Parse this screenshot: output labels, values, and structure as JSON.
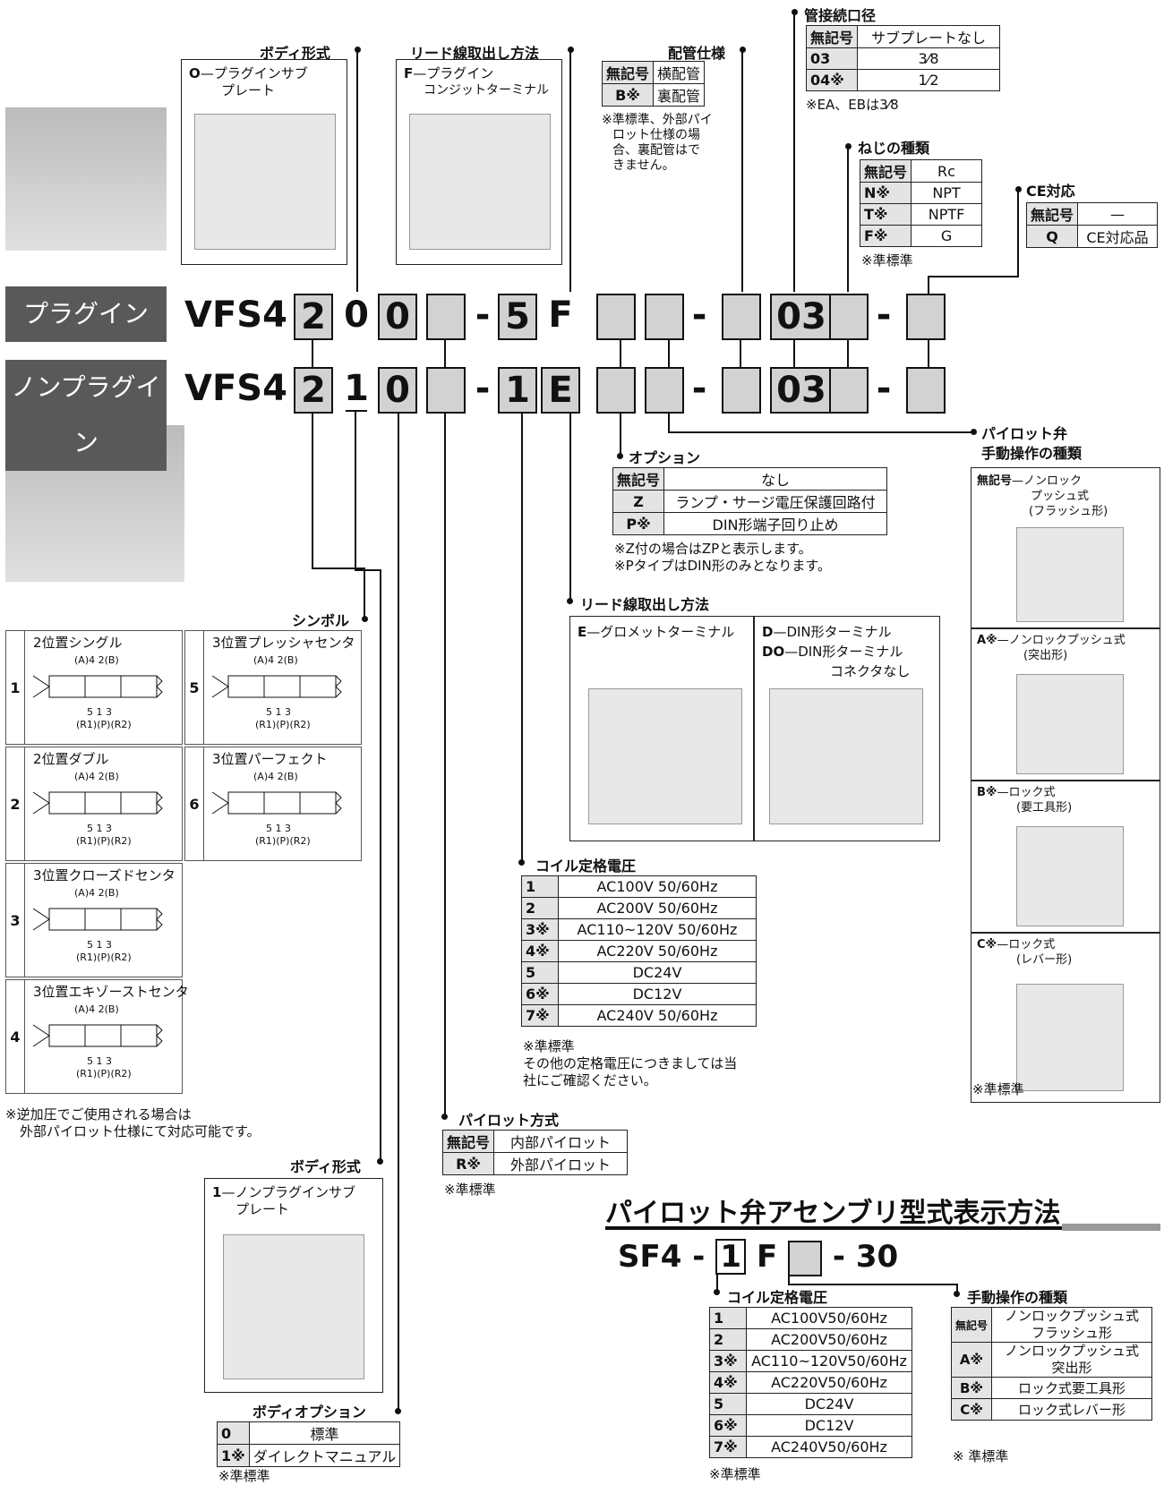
{
  "model_row": {
    "plugin_tag": "プラグイン",
    "nonplugin_tag": "ノンプラグイン",
    "prefix": "VFS4",
    "plugin_boxes": [
      "2",
      "0",
      "0",
      "",
      "-",
      "5",
      "F",
      "",
      "",
      "-",
      "",
      "03",
      "",
      "-",
      ""
    ],
    "nonplugin_boxes": [
      "2",
      "1",
      "0",
      "",
      "-",
      "1",
      "E",
      "",
      "",
      "-",
      "",
      "03",
      "",
      "-",
      ""
    ]
  },
  "body_type_top": {
    "title": "ボディ形式",
    "item_code": "O",
    "item_text": "プラグインサブ",
    "item_text2": "プレート"
  },
  "lead_top": {
    "title": "リード線取出し方法",
    "item_code": "F",
    "item_text": "プラグイン",
    "item_text2": "コンジットターミナル"
  },
  "piping": {
    "title": "配管仕様",
    "rows": [
      [
        "無記号",
        "横配管"
      ],
      [
        "B※",
        "裏配管"
      ]
    ],
    "note": [
      "※準標準、外部パイ",
      "ロット仕様の場",
      "合、裏配管はで",
      "きません。"
    ]
  },
  "port": {
    "title": "管接続口径",
    "rows": [
      [
        "無記号",
        "サブプレートなし"
      ],
      [
        "03",
        "3⁄8"
      ],
      [
        "04※",
        "1⁄2"
      ]
    ],
    "note": "※EA、EBは3⁄8"
  },
  "thread": {
    "title": "ねじの種類",
    "rows": [
      [
        "無記号",
        "Rc"
      ],
      [
        "N※",
        "NPT"
      ],
      [
        "T※",
        "NPTF"
      ],
      [
        "F※",
        "G"
      ]
    ],
    "note": "※準標準"
  },
  "ce": {
    "title": "CE対応",
    "rows": [
      [
        "無記号",
        "—"
      ],
      [
        "Q",
        "CE対応品"
      ]
    ]
  },
  "option": {
    "title": "オプション",
    "rows": [
      [
        "無記号",
        "なし"
      ],
      [
        "Z",
        "ランプ・サージ電圧保護回路付"
      ],
      [
        "P※",
        "DIN形端子回り止め"
      ]
    ],
    "notes": [
      "※Z付の場合はZPと表示します。",
      "※PタイプはDIN形のみとなります。"
    ]
  },
  "lead2": {
    "title": "リード線取出し方法",
    "e_code": "E",
    "e_text": "グロメットターミナル",
    "d_code": "D",
    "d_text": "DIN形ターミナル",
    "do_code": "DO",
    "do_text": "DIN形ターミナル",
    "do_text2": "コネクタなし"
  },
  "pilot_manual": {
    "title": "パイロット弁",
    "title2": "手動操作の種類",
    "items": [
      {
        "code": "無記号",
        "text": "ノンロック",
        "text2": "プッシュ式",
        "text3": "(フラッシュ形)"
      },
      {
        "code": "A※",
        "text": "ノンロックプッシュ式",
        "text2": "(突出形)"
      },
      {
        "code": "B※",
        "text": "ロック式",
        "text2": "(要工具形)"
      },
      {
        "code": "C※",
        "text": "ロック式",
        "text2": "(レバー形)"
      }
    ],
    "note": "※準標準"
  },
  "symbol": {
    "title": "シンボル",
    "port_top": "(A)4  2(B)",
    "port_bot": "5 1 3",
    "port_bot2": "(R1)(P)(R2)",
    "cells": [
      {
        "n": "1",
        "name": "2位置シングル"
      },
      {
        "n": "5",
        "name": "3位置プレッシャセンタ"
      },
      {
        "n": "2",
        "name": "2位置ダブル"
      },
      {
        "n": "6",
        "name": "3位置パーフェクト"
      },
      {
        "n": "3",
        "name": "3位置クローズドセンタ"
      },
      {
        "n": "4",
        "name": "3位置エキゾーストセンタ"
      }
    ],
    "note": [
      "※逆加圧でご使用される場合は",
      "外部パイロット仕様にて対応可能です。"
    ]
  },
  "coil": {
    "title": "コイル定格電圧",
    "rows": [
      [
        "1",
        "AC100V 50/60Hz"
      ],
      [
        "2",
        "AC200V 50/60Hz"
      ],
      [
        "3※",
        "AC110~120V 50/60Hz"
      ],
      [
        "4※",
        "AC220V 50/60Hz"
      ],
      [
        "5",
        "DC24V"
      ],
      [
        "6※",
        "DC12V"
      ],
      [
        "7※",
        "AC240V 50/60Hz"
      ]
    ],
    "notes": [
      "※準標準",
      "その他の定格電圧につきましては当",
      "社にご確認ください。"
    ]
  },
  "pilot_type": {
    "title": "パイロット方式",
    "rows": [
      [
        "無記号",
        "内部パイロット"
      ],
      [
        "R※",
        "外部パイロット"
      ]
    ],
    "note": "※準標準"
  },
  "body_type_bottom": {
    "title": "ボディ形式",
    "item_code": "1",
    "item_text": "ノンプラグインサブ",
    "item_text2": "プレート"
  },
  "body_option": {
    "title": "ボディオプション",
    "rows": [
      [
        "0",
        "標準"
      ],
      [
        "1※",
        "ダイレクトマニュアル"
      ]
    ],
    "note": "※準標準"
  },
  "assembly": {
    "heading": "パイロット弁アセンブリ型式表示方法",
    "model_prefix": "SF4",
    "model_box1": "1",
    "model_mid": "F",
    "model_suffix": "30",
    "coil_title": "コイル定格電圧",
    "coil_rows": [
      [
        "1",
        "AC100V50/60Hz"
      ],
      [
        "2",
        "AC200V50/60Hz"
      ],
      [
        "3※",
        "AC110~120V50/60Hz"
      ],
      [
        "4※",
        "AC220V50/60Hz"
      ],
      [
        "5",
        "DC24V"
      ],
      [
        "6※",
        "DC12V"
      ],
      [
        "7※",
        "AC240V50/60Hz"
      ]
    ],
    "coil_note": "※準標準",
    "manual_title": "手動操作の種類",
    "manual_rows": [
      [
        "無記号",
        "ノンロックプッシュ式",
        "フラッシュ形"
      ],
      [
        "A※",
        "ノンロックプッシュ式",
        "突出形"
      ],
      [
        "B※",
        "ロック式要工具形"
      ],
      [
        "C※",
        "ロック式レバー形"
      ]
    ],
    "manual_note": "※ 準標準"
  }
}
